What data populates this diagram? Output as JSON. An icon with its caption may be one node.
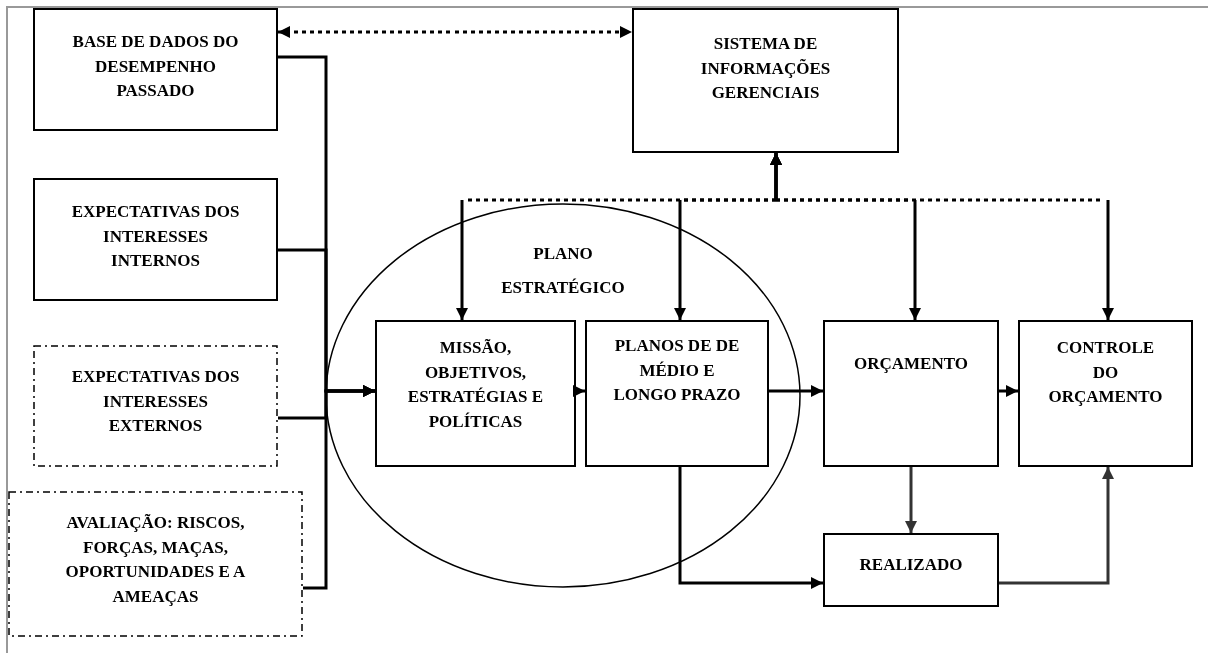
{
  "diagram": {
    "nodes": [
      {
        "text": [
          "BASE DE DADOS DO DESEMPENHO PASSADO"
        ]
      },
      {
        "text": [
          "SISTEMA DE INFORMAÇÕES GERENCIAIS"
        ]
      },
      {
        "text": [
          "EXPECTATIVAS DOS INTERESSES INTERNOS"
        ]
      },
      {
        "text": [
          "EXPECTATIVAS DOS INTERESSES EXTERNOS"
        ]
      },
      {
        "text": [
          "AVALIAÇÃO: RISCOS, FORÇAS, MAÇAS, OPORTUNIDADES E A AMEAÇAS"
        ]
      },
      {
        "text": [
          "PLANO ESTRATÉGICO"
        ]
      },
      {
        "text": [
          "MISSÃO, OBJETIVOS, ESTRATÉGIAS E POLÍTICAS"
        ],
        "in": 5
      },
      {
        "text": [
          "PLANOS DE DE MÉDIO E LONGO PRAZO"
        ],
        "in": 5
      },
      {
        "text": [
          "ORÇAMENTO"
        ]
      },
      {
        "text": [
          "CONTROLE DO ORÇAMENTO"
        ]
      },
      {
        "text": [
          "REALIZADO"
        ]
      }
    ],
    "edges": [
      {
        "from": 0,
        "to": 6,
        "arrow": "to"
      },
      {
        "from": 2,
        "to": 6,
        "arrow": "to"
      },
      {
        "from": 3,
        "to": 6,
        "arrow": "to"
      },
      {
        "from": 4,
        "to": 6,
        "arrow": "to"
      },
      {
        "from": 0,
        "to": 1,
        "arrow": "both",
        "style": "dashed"
      },
      {
        "from": 1,
        "to": 6,
        "arrow": "both",
        "style": "dashed"
      },
      {
        "from": 1,
        "to": 7,
        "arrow": "both",
        "style": "dashed"
      },
      {
        "from": 1,
        "to": 8,
        "arrow": "both",
        "style": "dashed"
      },
      {
        "from": 1,
        "to": 9,
        "arrow": "both",
        "style": "dashed"
      },
      {
        "from": 6,
        "to": 7,
        "arrow": "to"
      },
      {
        "from": 7,
        "to": 8,
        "arrow": "to"
      },
      {
        "from": 8,
        "to": 9,
        "arrow": "to"
      },
      {
        "from": 8,
        "to": 10,
        "arrow": "to",
        "color": "#333333"
      },
      {
        "from": 7,
        "to": 10,
        "arrow": "to"
      },
      {
        "from": 10,
        "to": 9,
        "arrow": "to",
        "color": "#333333"
      }
    ]
  }
}
